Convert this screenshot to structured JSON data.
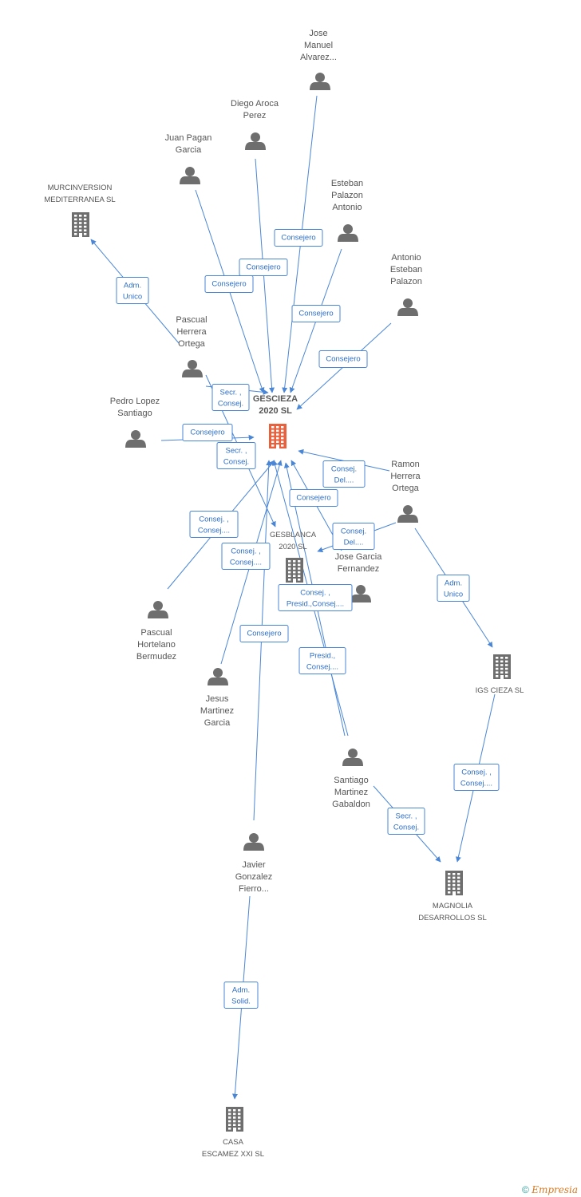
{
  "colors": {
    "edge": "#4a86d6",
    "person": "#6e6e6e",
    "company": "#6e6e6e",
    "focus_company": "#e8603c"
  },
  "nodes": [
    {
      "id": "gescieza",
      "type": "company",
      "focus": true,
      "lines": [
        "GESCIEZA",
        "2020 SL"
      ],
      "icon": "building-icon"
    },
    {
      "id": "jose_manuel",
      "type": "person",
      "lines": [
        "Jose",
        "Manuel",
        "Alvarez..."
      ],
      "icon": "person-icon"
    },
    {
      "id": "diego",
      "type": "person",
      "lines": [
        "Diego Aroca",
        "Perez"
      ],
      "icon": "person-icon"
    },
    {
      "id": "juan",
      "type": "person",
      "lines": [
        "Juan Pagan",
        "Garcia"
      ],
      "icon": "person-icon"
    },
    {
      "id": "murcinversion",
      "type": "company",
      "lines": [
        "MURCINVERSION",
        "MEDITERRANEA SL"
      ],
      "icon": "building-icon"
    },
    {
      "id": "esteban",
      "type": "person",
      "lines": [
        "Esteban",
        "Palazon",
        "Antonio"
      ],
      "icon": "person-icon"
    },
    {
      "id": "antonio",
      "type": "person",
      "lines": [
        "Antonio",
        "Esteban",
        "Palazon"
      ],
      "icon": "person-icon"
    },
    {
      "id": "pascual_h",
      "type": "person",
      "lines": [
        "Pascual",
        "Herrera",
        "Ortega"
      ],
      "icon": "person-icon"
    },
    {
      "id": "pedro",
      "type": "person",
      "lines": [
        "Pedro Lopez",
        "Santiago"
      ],
      "icon": "person-icon"
    },
    {
      "id": "ramon",
      "type": "person",
      "lines": [
        "Ramon",
        "Herrera",
        "Ortega"
      ],
      "icon": "person-icon"
    },
    {
      "id": "gesblanca",
      "type": "company",
      "lines": [
        "GESBLANCA",
        "2020 SL"
      ],
      "icon": "building-icon"
    },
    {
      "id": "jose_garcia",
      "type": "person",
      "lines": [
        "Jose Garcia",
        "Fernandez"
      ],
      "icon": "person-icon"
    },
    {
      "id": "pascual_hb",
      "type": "person",
      "lines": [
        "Pascual",
        "Hortelano",
        "Bermudez"
      ],
      "icon": "person-icon"
    },
    {
      "id": "jesus",
      "type": "person",
      "lines": [
        "Jesus",
        "Martinez",
        "Garcia"
      ],
      "icon": "person-icon"
    },
    {
      "id": "igs",
      "type": "company",
      "lines": [
        "IGS CIEZA SL"
      ],
      "icon": "building-icon"
    },
    {
      "id": "santiago",
      "type": "person",
      "lines": [
        "Santiago",
        "Martinez",
        "Gabaldon"
      ],
      "icon": "person-icon"
    },
    {
      "id": "javier",
      "type": "person",
      "lines": [
        "Javier",
        "Gonzalez",
        "Fierro..."
      ],
      "icon": "person-icon"
    },
    {
      "id": "magnolia",
      "type": "company",
      "lines": [
        "MAGNOLIA",
        "DESARROLLOS SL"
      ],
      "icon": "building-icon"
    },
    {
      "id": "casa",
      "type": "company",
      "lines": [
        "CASA",
        "ESCAMEZ XXI SL"
      ],
      "icon": "building-icon"
    }
  ],
  "edges": [
    {
      "from": "jose_manuel",
      "to": "gescieza",
      "label": [
        "Consejero"
      ]
    },
    {
      "from": "diego",
      "to": "gescieza",
      "label": [
        "Consejero"
      ]
    },
    {
      "from": "juan",
      "to": "gescieza",
      "label": [
        "Consejero"
      ]
    },
    {
      "from": "esteban",
      "to": "gescieza",
      "label": [
        "Consejero"
      ]
    },
    {
      "from": "antonio",
      "to": "gescieza",
      "label": [
        "Consejero"
      ]
    },
    {
      "from": "pascual_h",
      "to": "murcinversion",
      "label": [
        "Adm.",
        "Unico"
      ]
    },
    {
      "from": "pascual_h",
      "to": "gescieza",
      "label": [
        "Secr. ,",
        "Consej."
      ]
    },
    {
      "from": "pascual_h",
      "to": "gesblanca",
      "label": [
        "Secr. ,",
        "Consej."
      ]
    },
    {
      "from": "pedro",
      "to": "gescieza",
      "label": [
        "Consejero"
      ]
    },
    {
      "from": "ramon",
      "to": "gescieza",
      "label": [
        "Consej.",
        "Del...."
      ]
    },
    {
      "from": "ramon",
      "to": "gesblanca",
      "label": [
        "Consej.",
        "Del...."
      ]
    },
    {
      "from": "ramon",
      "to": "igs",
      "label": [
        "Adm.",
        "Unico"
      ]
    },
    {
      "from": "jose_garcia",
      "to": "gescieza",
      "label": [
        "Consejero"
      ]
    },
    {
      "from": "pascual_hb",
      "to": "gescieza",
      "label": [
        "Consej. ,",
        "Consej...."
      ]
    },
    {
      "from": "jesus",
      "to": "gescieza",
      "label": [
        "Consej. ,",
        "Consej...."
      ]
    },
    {
      "from": "javier",
      "to": "gescieza",
      "label": [
        "Consejero"
      ]
    },
    {
      "from": "javier",
      "to": "casa",
      "label": [
        "Adm.",
        "Solid."
      ]
    },
    {
      "from": "santiago",
      "to": "gescieza",
      "label": [
        "Consej. ,",
        "Presid.,Consej...."
      ]
    },
    {
      "from": "santiago",
      "to": "gesblanca",
      "label": [
        "Presid.,",
        "Consej...."
      ]
    },
    {
      "from": "santiago",
      "to": "magnolia",
      "label": [
        "Secr. ,",
        "Consej."
      ]
    },
    {
      "from": "igs",
      "to": "magnolia",
      "label": [
        "Consej. ,",
        "Consej...."
      ]
    }
  ],
  "footer": {
    "copyright": "©",
    "brand": "Empresia"
  }
}
